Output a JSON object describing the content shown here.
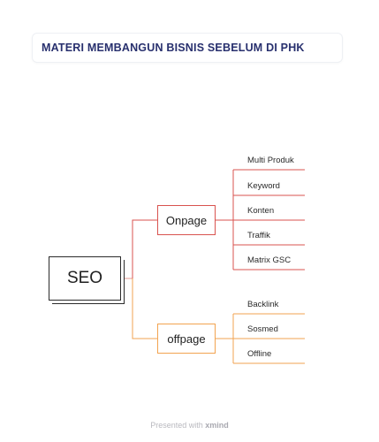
{
  "header": {
    "title": "MATERI MEMBANGUN BISNIS SEBELUM DI PHK"
  },
  "mindmap": {
    "root": "SEO",
    "branches": [
      {
        "label": "Onpage",
        "color": "#d9534f",
        "children": [
          "Multi Produk",
          "Keyword",
          "Konten",
          "Traffik",
          "Matrix GSC"
        ]
      },
      {
        "label": "offpage",
        "color": "#f2a350",
        "children": [
          "Backlink",
          "Sosmed",
          "Offline"
        ]
      }
    ]
  },
  "footer": {
    "prefix": "Presented with",
    "brand": "xmind"
  }
}
